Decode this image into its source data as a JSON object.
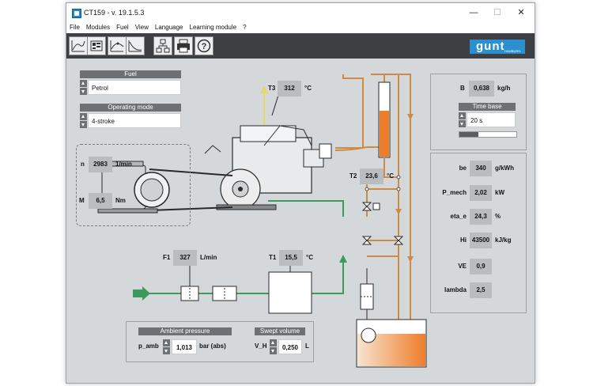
{
  "window": {
    "title": "CT159 - v. 19.1.5.3",
    "controls": {
      "minimize": "—",
      "maximize": "☐",
      "close": "✕"
    }
  },
  "menu": [
    "File",
    "Modules",
    "Fuel",
    "View",
    "Language",
    "Learning module",
    "?"
  ],
  "toolbar": {
    "icons": [
      "chart-curve-icon",
      "dashboard-icon",
      "chart-curve-icon-2",
      "chart-curve-icon-3",
      "network-icon",
      "printer-icon",
      "help-icon"
    ],
    "logo": "gunt",
    "logo_sub": "HAMBURG"
  },
  "fuel": {
    "label": "Fuel",
    "value": "Petrol"
  },
  "operating_mode": {
    "label": "Operating mode",
    "value": "4-stroke"
  },
  "motor": {
    "n": {
      "label": "n",
      "value": "2983",
      "unit": "1/min"
    },
    "M": {
      "label": "M",
      "value": "6,5",
      "unit": "Nm"
    }
  },
  "T3": {
    "label": "T3",
    "value": "312",
    "unit": "°C"
  },
  "T2": {
    "label": "T2",
    "value": "23,6",
    "unit": "°C"
  },
  "F1": {
    "label": "F1",
    "value": "327",
    "unit": "L/min"
  },
  "T1": {
    "label": "T1",
    "value": "15,5",
    "unit": "°C"
  },
  "ambient": {
    "header": "Ambient pressure",
    "label": "p_amb",
    "value": "1,013",
    "unit": "bar (abs)"
  },
  "swept": {
    "header": "Swept volume",
    "label": "V_H",
    "value": "0,250",
    "unit": "L"
  },
  "B": {
    "label": "B",
    "value": "0,638",
    "unit": "kg/h"
  },
  "time_base": {
    "header": "Time base",
    "value": "20 s",
    "progress": 0.33
  },
  "results": [
    {
      "label": "be",
      "value": "340",
      "unit": "g/kWh"
    },
    {
      "label": "P_mech",
      "value": "2,02",
      "unit": "kW"
    },
    {
      "label": "eta_e",
      "value": "24,3",
      "unit": "%"
    },
    {
      "label": "Hi",
      "value": "43500",
      "unit": "kJ/kg"
    },
    {
      "label": "VE",
      "value": "0,9",
      "unit": ""
    },
    {
      "label": "lambda",
      "value": "2,5",
      "unit": ""
    }
  ],
  "colors": {
    "fuel_line": "#cf8a45",
    "air_line": "#3c9a5c",
    "fuel_fill": "#ee7d2b",
    "exhaust": "#e4d86a",
    "toolbar": "#3d3f43",
    "logo": "#2b8fd0"
  }
}
